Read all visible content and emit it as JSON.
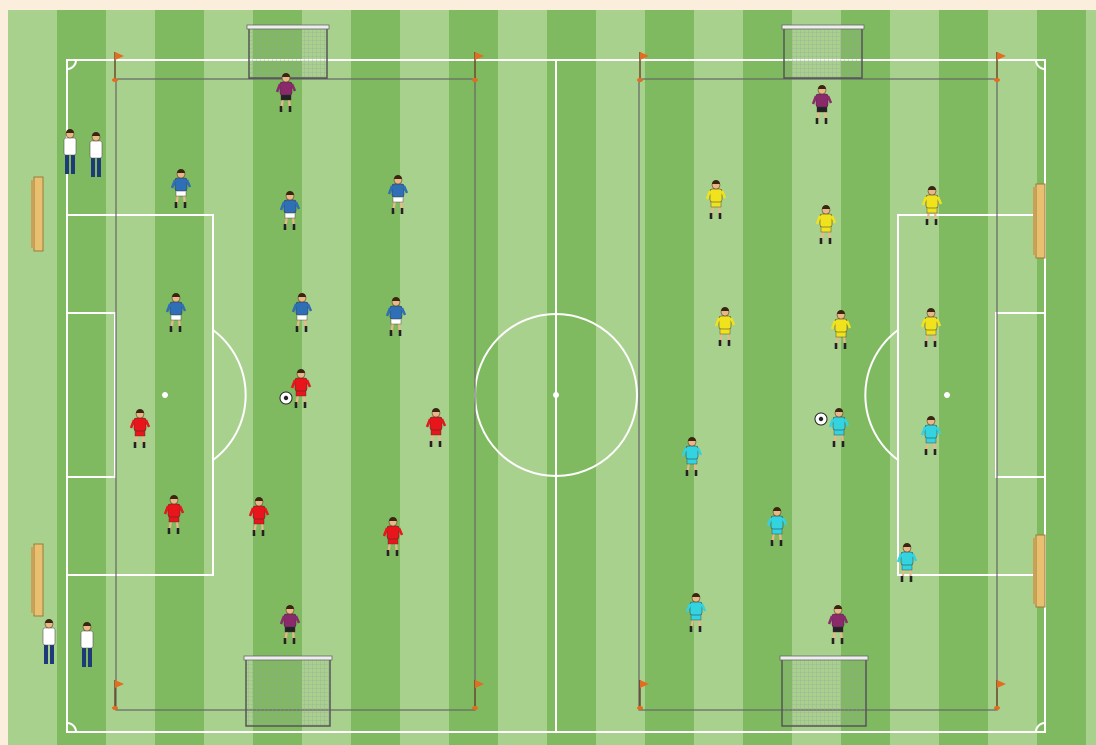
{
  "colors": {
    "background": "#fbeedd",
    "stripe_light": "#a9d18e",
    "stripe_dark": "#7fba60",
    "lines": "#ffffff",
    "drill_area_border": "#666666",
    "red_team": "#e8151b",
    "blue_team": "#2f6fb5",
    "yellow_team": "#f1e21e",
    "cyan_team": "#33d3df",
    "goalkeeper": "#8a2a6a",
    "coach_shirt": "#ffffff",
    "coach_trousers": "#1f3a78",
    "cone_flag": "#e46b1f",
    "bench": "#e8c070",
    "ball": "#ffffff"
  },
  "icons": {
    "player": "player-icon",
    "goalkeeper": "goalkeeper-icon",
    "coach": "coach-icon",
    "ball": "ball-icon",
    "corner_flag": "flag-icon",
    "goal": "goal-icon",
    "bench": "bench-icon"
  },
  "left_drill": {
    "goals": [
      "top-goal",
      "bottom-goal"
    ],
    "goalkeepers": 2,
    "team_blue_players": 6,
    "team_red_players": 6,
    "balls": 1
  },
  "right_drill": {
    "goals": [
      "top-goal",
      "bottom-goal"
    ],
    "goalkeepers": 2,
    "team_yellow_players": 6,
    "team_cyan_players": 6,
    "balls": 1
  },
  "sideline": {
    "coaches": 4,
    "benches": 4
  }
}
